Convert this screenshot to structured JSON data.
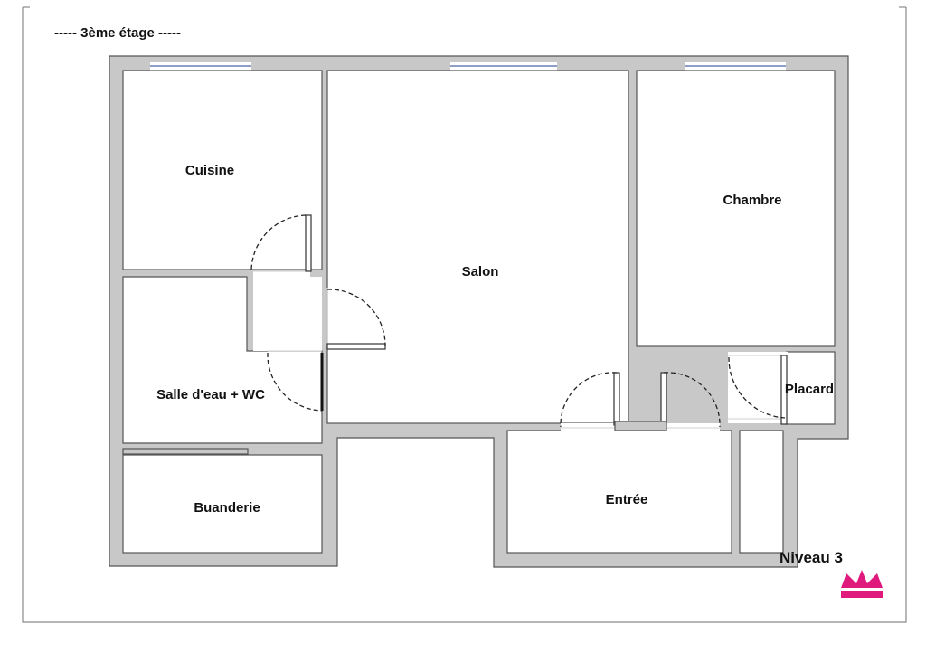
{
  "heading": "----- 3ème étage -----",
  "rooms": {
    "cuisine": "Cuisine",
    "salon": "Salon",
    "chambre": "Chambre",
    "salle_eau": "Salle d'eau + WC",
    "placard": "Placard",
    "buanderie": "Buanderie",
    "entree": "Entrée"
  },
  "level_label": "Niveau 3",
  "logo_icon": "crown-icon",
  "colors": {
    "wall_fill": "#c8c8c8",
    "wall_stroke": "#555555",
    "window": "#6a7fb5",
    "logo": "#e0197d"
  }
}
